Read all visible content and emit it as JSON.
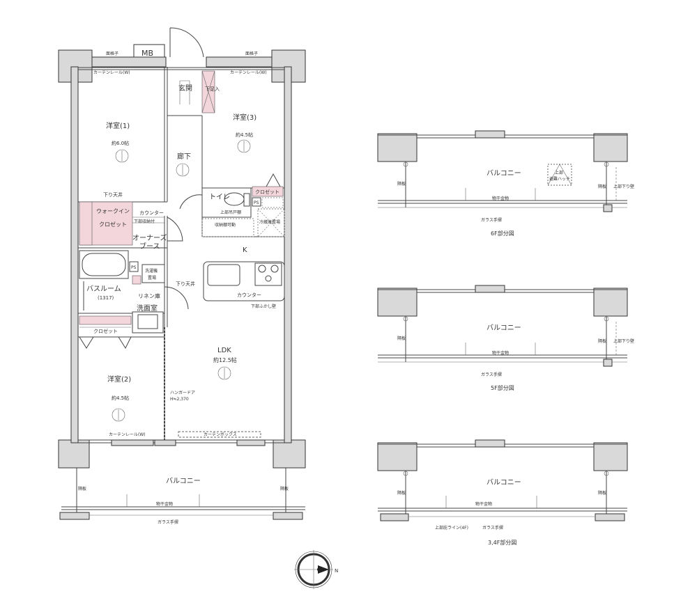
{
  "main_plan": {
    "labels": {
      "mb": "MB",
      "lattice_left": "面格子",
      "lattice_right": "面格子",
      "curtain_left": "カーテンレール(W)",
      "curtain_right": "カーテンレール(W)",
      "entrance": "玄関",
      "shoe": "下足入",
      "room1": "洋室(1)",
      "room1_size": "約6.0帖",
      "room3": "洋室(3)",
      "room3_size": "約4.5帖",
      "hallway": "廊下",
      "toilet": "トイレ",
      "upper_shelf": "上部吊戸棚",
      "closet_top": "クロゼット",
      "ps1": "PS",
      "ceiling1": "下り天井",
      "walkin1": "ウォークイン",
      "walkin2": "クロゼット",
      "counter_small": "カウンター",
      "under_cabinet": "下部収納付",
      "storage_left": "収納棚可動",
      "storage_right": "冷蔵庫置場",
      "owners1": "オーナーズ",
      "owners2": "ブース",
      "k": "K",
      "ps2": "PS",
      "washer1": "洗濯機",
      "washer2": "置場",
      "ceiling2": "下り天井",
      "bath": "バスルーム",
      "bath_size": "(1317)",
      "linen": "リネン庫",
      "washroom": "洗面室",
      "counter": "カウンター",
      "under_wall": "下部ふかし壁",
      "closet_bottom": "クロゼット",
      "ldk": "LDK",
      "ldk_size": "約12.5帖",
      "room2": "洋室(2)",
      "room2_size": "約4.5帖",
      "hanger1": "ハンガードア",
      "hanger2": "H≒2,370",
      "curtain_bottom": "カーテンレール(W)",
      "curtain_box": "カーテンボックス",
      "balcony": "バルコニー",
      "partition_left": "隔板",
      "partition_right": "隔板",
      "dryer": "物干金物",
      "glass": "ガラス手摺"
    }
  },
  "partial_6f": {
    "balcony": "バルコニー",
    "hatch1": "上部",
    "hatch2": "避難ハッチ",
    "partition_left": "隔板",
    "partition_right": "隔板",
    "hanging_wall": "上部下り壁",
    "dryer": "物干金物",
    "glass": "ガラス手摺",
    "title": "6F部分図"
  },
  "partial_5f": {
    "balcony": "バルコニー",
    "partition_left": "隔板",
    "partition_right": "隔板",
    "hanging_wall": "上部下り壁",
    "dryer": "物干金物",
    "glass": "ガラス手摺",
    "title": "5F部分図"
  },
  "partial_34f": {
    "balcony": "バルコニー",
    "partition_left": "隔板",
    "partition_right": "隔板",
    "dryer": "物干金物",
    "eave": "上部庇ライン(4F)",
    "glass": "ガラス手摺",
    "title": "3,4F部分図"
  },
  "compass": {
    "north": "N"
  }
}
